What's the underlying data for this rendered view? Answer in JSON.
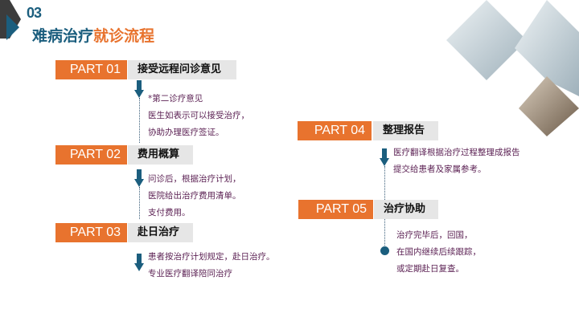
{
  "header": {
    "number": "03",
    "title_part1": "难病治疗",
    "title_part2": "就诊流程"
  },
  "steps": [
    {
      "part": "PART 01",
      "label": "接受远程问诊意见",
      "lines": [
        "*第二诊疗意见",
        "医生如表示可以接受治疗，",
        "协助办理医疗签证。"
      ]
    },
    {
      "part": "PART 02",
      "label": "费用概算",
      "lines": [
        "问诊后，根据治疗计划，",
        "医院给出治疗费用清单。",
        "支付费用。"
      ]
    },
    {
      "part": "PART 03",
      "label": "赴日治疗",
      "lines": [
        "患者按治疗计划规定，赴日治疗。",
        "专业医疗翻译陪同治疗"
      ]
    },
    {
      "part": "PART 04",
      "label": "整理报告",
      "lines": [
        "医疗翻译根据治疗过程整理成报告",
        "提交给患者及家属参考。"
      ]
    },
    {
      "part": "PART 05",
      "label": "治疗协助",
      "lines": [
        "治疗完毕后，回国，",
        "在国内继续后续跟踪，",
        "或定期赴日复查。"
      ]
    }
  ],
  "colors": {
    "accent": "#e8732e",
    "primary": "#1b5e7e",
    "text": "#5a1f52"
  }
}
